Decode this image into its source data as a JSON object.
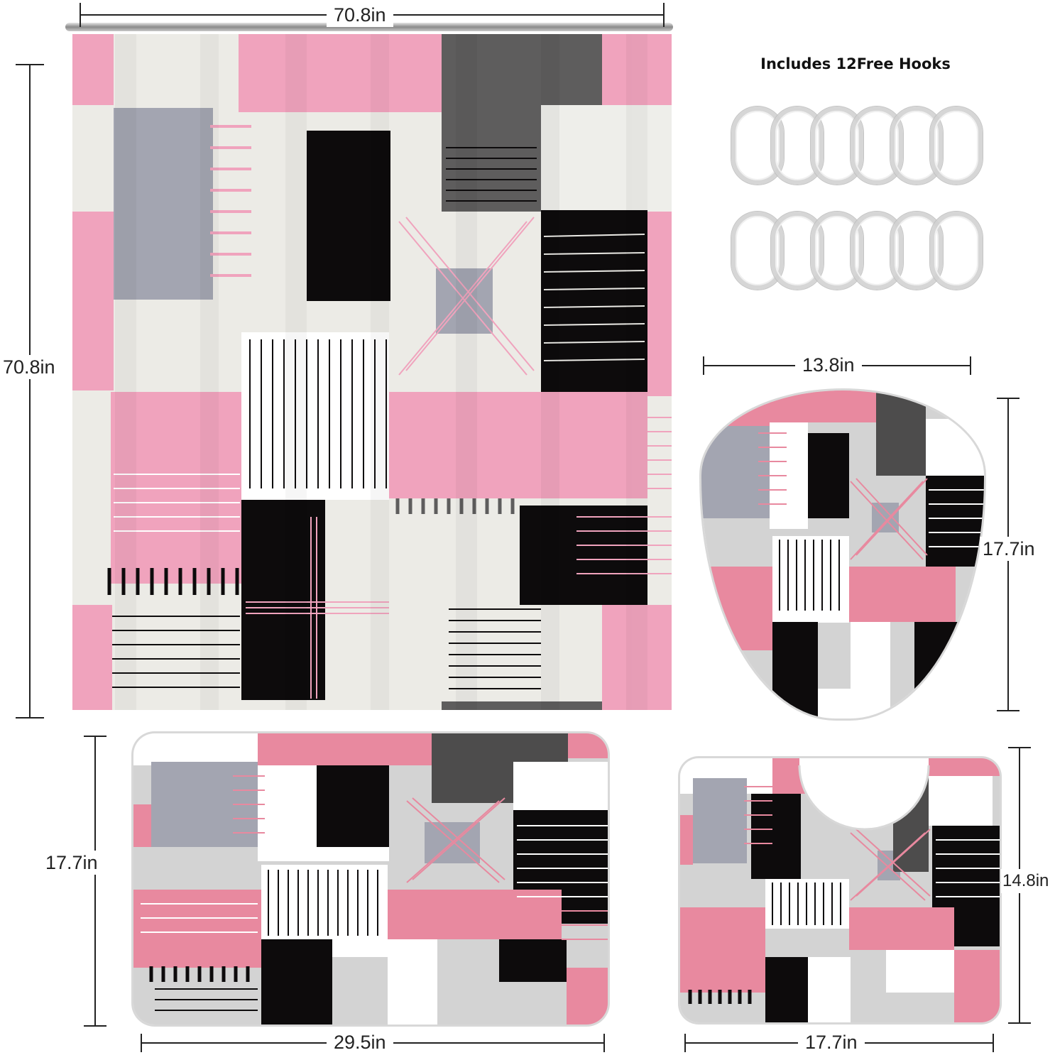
{
  "product": {
    "hooks_title": "Includes 12Free Hooks",
    "hook_count": 12
  },
  "dimensions": {
    "curtain_width": "70.8in",
    "curtain_height": "70.8in",
    "lid_cover_width": "13.8in",
    "lid_cover_height": "17.7in",
    "bath_mat_height": "17.7in",
    "bath_mat_width": "29.5in",
    "contour_mat_height": "14.8in",
    "contour_mat_width": "17.7in"
  },
  "colors": {
    "pink": "#f0a3bd",
    "pink_mat": "#e8899f",
    "gray": "#a3a5b1",
    "light": "#ecebe6",
    "black": "#0d0b0c",
    "dark_gray": "#5e5d5d"
  }
}
